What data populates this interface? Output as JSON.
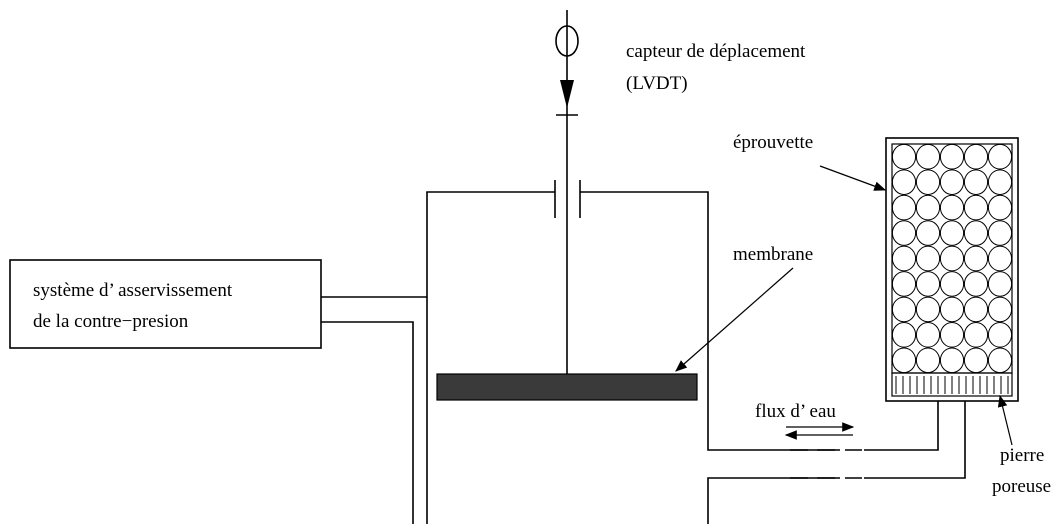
{
  "labels": {
    "lvdt_line1": "capteur de déplacement",
    "lvdt_line2": "(LVDT)",
    "specimen": "éprouvette",
    "membrane": "membrane",
    "system_line1": "système d’ asservissement",
    "system_line2": "de la contre−presion",
    "water_flow": "flux d’ eau",
    "stone_line1": "pierre",
    "stone_line2": "poreuse"
  },
  "colors": {
    "line": "#000000",
    "membrane_fill": "#3a3a3a",
    "background": "#ffffff"
  },
  "icons": {
    "sensor": "lvdt-sensor-icon",
    "arrow": "arrow-head-icon"
  }
}
